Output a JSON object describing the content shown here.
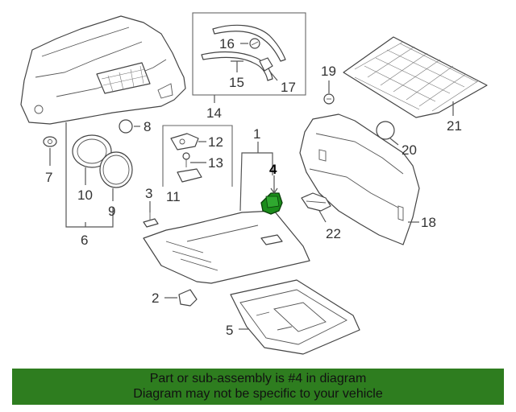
{
  "callouts": [
    "1",
    "2",
    "3",
    "4",
    "5",
    "6",
    "7",
    "8",
    "9",
    "10",
    "11",
    "12",
    "13",
    "14",
    "15",
    "16",
    "17",
    "18",
    "19",
    "20",
    "21",
    "22"
  ],
  "highlight_part": "4",
  "colors": {
    "banner_bg": "#2e7d1f",
    "highlight_part": "#1a8c1a",
    "line": "#444444"
  },
  "banner": {
    "line1": "Part or sub-assembly is #4 in diagram",
    "line2": "Diagram may not be specific to your vehicle"
  }
}
